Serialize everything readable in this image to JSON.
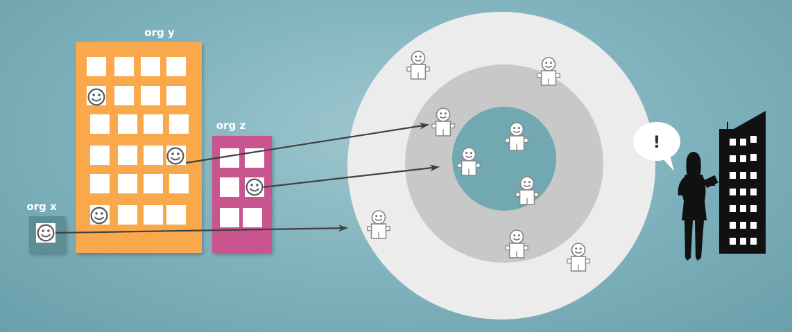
{
  "labels": {
    "org_y": "org y",
    "org_z": "org z",
    "org_x": "org x",
    "alert": "!"
  },
  "colors": {
    "background": "#7db1bc",
    "org_y": "#f9a94b",
    "org_z": "#c9558f",
    "org_x": "#5d8e95",
    "outer_ring": "#ececec",
    "middle_ring": "#c8c8c8",
    "inner_core": "#72a8b2",
    "arrow": "#404040",
    "silhouette": "#111111"
  },
  "icons": {
    "smiley": "smiley-face-icon",
    "person": "person-icon",
    "woman": "woman-silhouette-icon",
    "building": "office-building-icon",
    "speech": "speech-bubble-icon"
  }
}
